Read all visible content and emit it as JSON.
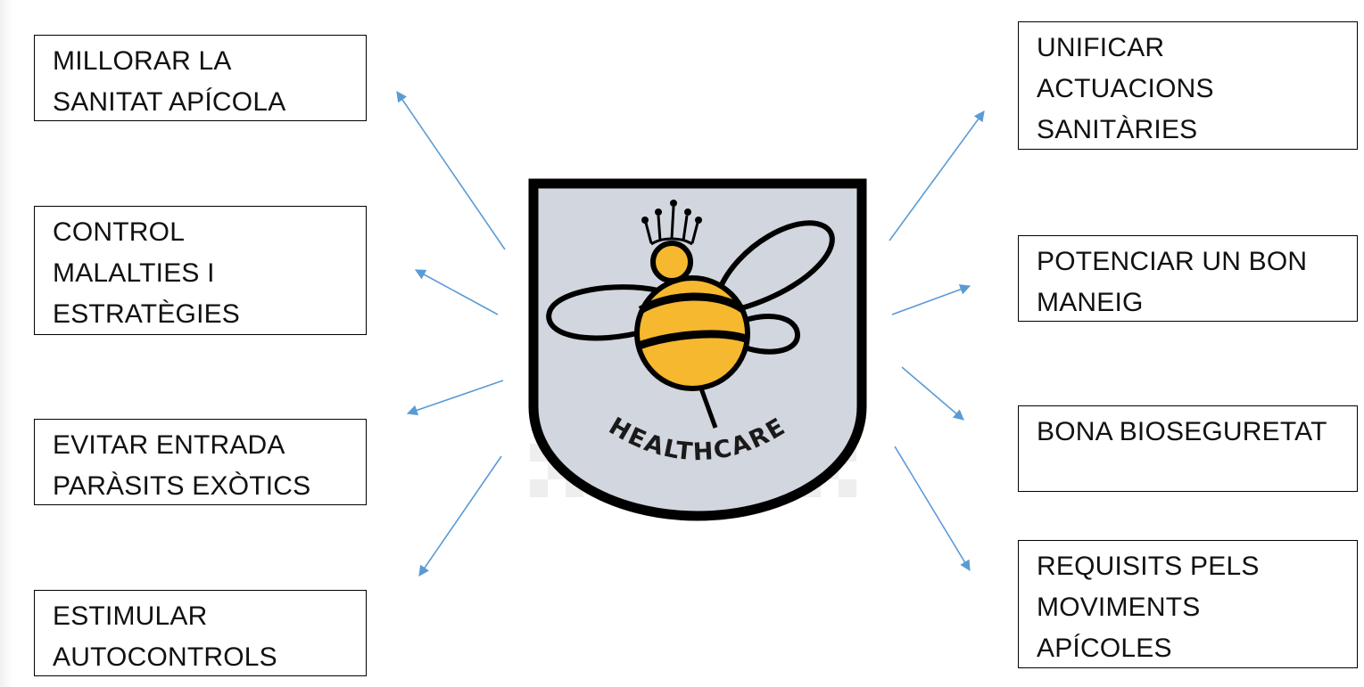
{
  "boxes_left": [
    {
      "name": "box-millorar-sanitat",
      "lines": [
        "MILLORAR LA",
        "SANITAT APÍCOLA"
      ]
    },
    {
      "name": "box-control-malalties",
      "lines": [
        "CONTROL",
        "MALALTIES I",
        "ESTRATÈGIES"
      ]
    },
    {
      "name": "box-evitar-parasits",
      "lines": [
        "EVITAR ENTRADA",
        "PARÀSITS EXÒTICS"
      ]
    },
    {
      "name": "box-estimular-autocontrols",
      "lines": [
        "ESTIMULAR",
        "AUTOCONTROLS"
      ]
    }
  ],
  "boxes_right": [
    {
      "name": "box-unificar-actuacions",
      "lines": [
        "UNIFICAR",
        "ACTUACIONS",
        "SANITÀRIES"
      ]
    },
    {
      "name": "box-potenciar-maneig",
      "lines": [
        "POTENCIAR UN BON",
        "MANEIG"
      ]
    },
    {
      "name": "box-bona-bioseguretat",
      "lines": [
        "BONA BIOSEGURETAT"
      ]
    },
    {
      "name": "box-requisits-moviments",
      "lines": [
        "REQUISITS PELS",
        "MOVIMENTS",
        "APÍCOLES"
      ]
    }
  ],
  "logo": {
    "text": "HEALTHCARE",
    "shield_color": "#d2d6de",
    "border_color": "#000000",
    "bee_yellow": "#f5b82e"
  },
  "arrow_color": "#5b9bd5"
}
